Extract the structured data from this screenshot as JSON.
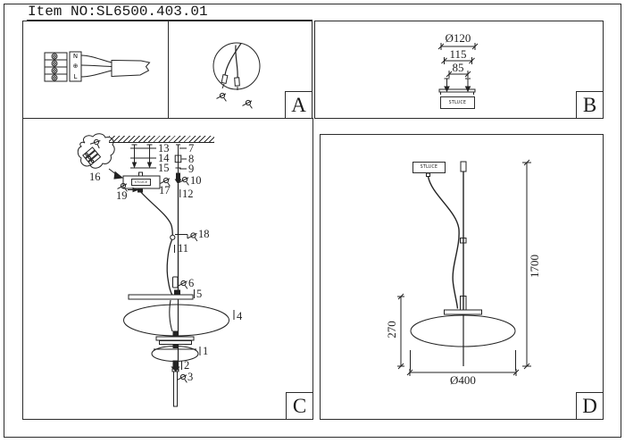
{
  "title": "Item NO:SL6500.403.01",
  "brand_label": "STLUCE",
  "panels": {
    "a": "A",
    "b": "B",
    "c": "C",
    "d": "D"
  },
  "terminal_symbols": {
    "top": "N",
    "middle": "⊕",
    "bottom": "L"
  },
  "dims_b": {
    "outer_diameter": "Ø120",
    "plate_width": "115",
    "hole_spacing": "85"
  },
  "dims_d": {
    "drop_height": "1700",
    "shade_drop": "270",
    "shade_diameter": "Ø400"
  },
  "parts": {
    "p1": "1",
    "p2": "2",
    "p3": "3",
    "p4": "4",
    "p5": "5",
    "p6": "6",
    "p7": "7",
    "p8": "8",
    "p9": "9",
    "p10": "10",
    "p11": "11",
    "p12": "12",
    "p13": "13",
    "p14": "14",
    "p15": "15",
    "p16": "16",
    "p17": "17",
    "p18": "18",
    "p19": "19"
  }
}
